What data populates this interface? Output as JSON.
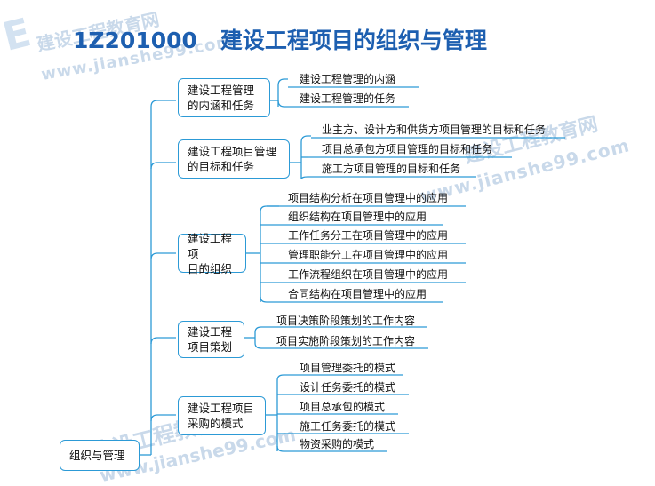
{
  "watermark": {
    "logo": "E",
    "brand": "建设工程教育网",
    "url": "www.jianshe99.com"
  },
  "title": {
    "code": "1Z201000",
    "text": "建设工程项目的组织与管理"
  },
  "root": "组织与管理",
  "branches": [
    {
      "label": "建设工程管理\n的内涵和任务",
      "items": [
        "建设工程管理的内涵",
        "建设工程管理的任务"
      ]
    },
    {
      "label": "建设工程项目管理\n的目标和任务",
      "items": [
        "业主方、设计方和供货方项目管理的目标和任务",
        "项目总承包方项目管理的目标和任务",
        "施工方项目管理的目标和任务"
      ]
    },
    {
      "label": "建设工程项\n目的组织",
      "items": [
        "项目结构分析在项目管理中的应用",
        "组织结构在项目管理中的应用",
        "工作任务分工在项目管理中的应用",
        "管理职能分工在项目管理中的应用",
        "工作流程组织在项目管理中的应用",
        "合同结构在项目管理中的应用"
      ]
    },
    {
      "label": "建设工程\n项目策划",
      "items": [
        "项目决策阶段策划的工作内容",
        "项目实施阶段策划的工作内容"
      ]
    },
    {
      "label": "建设工程项目\n采购的模式",
      "items": [
        "项目管理委托的模式",
        "设计任务委托的模式",
        "项目总承包的模式",
        "施工任务委托的模式",
        "物资采购的模式"
      ]
    }
  ],
  "colors": {
    "line": "#2c9ad6",
    "title": "#1d5fb0",
    "watermark": "#c9d9ea"
  }
}
